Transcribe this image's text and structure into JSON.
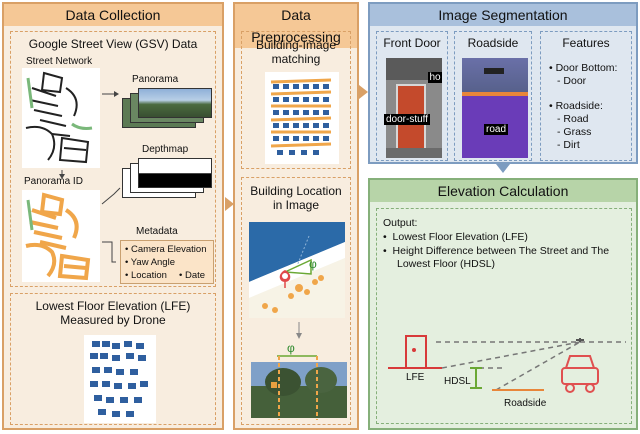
{
  "data_collection": {
    "header": "Data Collection",
    "gsv_title": "Google Street View (GSV) Data",
    "street_network": "Street Network",
    "panorama": "Panorama",
    "depthmap": "Depthmap",
    "panorama_id": "Panorama ID",
    "metadata": "Metadata",
    "metadata_items": [
      "Camera Elevation",
      "Yaw Angle",
      "Location",
      "Date"
    ],
    "lfe_title_1": "Lowest Floor Elevation (LFE)",
    "lfe_title_2": "Measured by Drone"
  },
  "data_preprocessing": {
    "header": "Data Preprocessing",
    "matching_1": "Building-Image",
    "matching_2": "matching",
    "location_1": "Building Location",
    "location_2": "in Image",
    "phi": "φ"
  },
  "image_segmentation": {
    "header": "Image Segmentation",
    "front_door": "Front Door",
    "roadside": "Roadside",
    "features": "Features",
    "door_label": "door-stuff",
    "door_small": "ho",
    "road_label": "road",
    "feature_groups": [
      {
        "title": "Door Bottom:",
        "items": [
          "Door"
        ]
      },
      {
        "title": "Roadside:",
        "items": [
          "Road",
          "Grass",
          "Dirt"
        ]
      }
    ]
  },
  "elevation": {
    "header": "Elevation Calculation",
    "output": "Output:",
    "bullets": [
      "Lowest Floor Elevation (LFE)",
      "Height Difference between The Street and The Lowest Floor (HDSL)"
    ],
    "lfe": "LFE",
    "hdsl": "HDSL",
    "roadside": "Roadside"
  },
  "colors": {
    "orange": "#d9a066",
    "blue": "#7d9cc0",
    "green": "#86b07a",
    "building": "#f0a64a",
    "lfe_red": "#d83a3a",
    "hdsl_green": "#6aa834",
    "road_orange": "#e8863a"
  }
}
